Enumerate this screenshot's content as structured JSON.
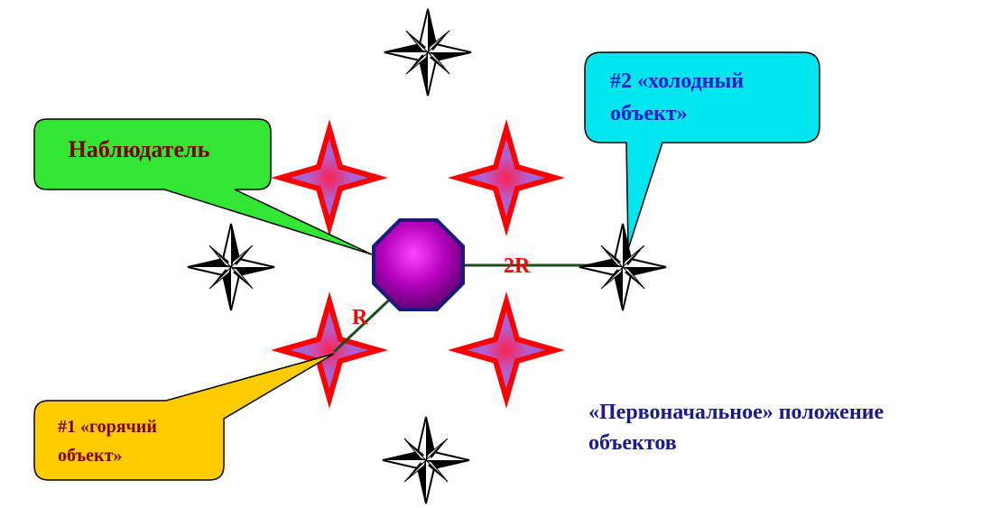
{
  "callouts": {
    "observer": "Наблюдатель",
    "cold_line1": "#2 «холодный",
    "cold_line2": "объект»",
    "hot_line1": "#1 «горячий",
    "hot_line2": "объект»"
  },
  "distances": {
    "short": "R",
    "long": "2R"
  },
  "caption": {
    "line1": "«Первоначальное» положение",
    "line2": "объектов"
  },
  "colors": {
    "observer_callout": "#33e633",
    "cold_callout": "#00e5ee",
    "hot_callout": "#ffcc00",
    "observer_text": "#800000",
    "cold_text": "#1f1fcc",
    "hot_text": "#800000",
    "distance_label": "#ff0000",
    "caption_text": "#1a1a8c",
    "octagon_stroke": "#1a1a7a",
    "star_fill": "#8a6fe0",
    "star_stroke": "#ff0000",
    "line": "#1a4d1a"
  },
  "icons": {
    "observer": "octagon-observer-icon",
    "bright_star": "four-point-star-icon",
    "compass_star": "compass-rose-icon"
  }
}
